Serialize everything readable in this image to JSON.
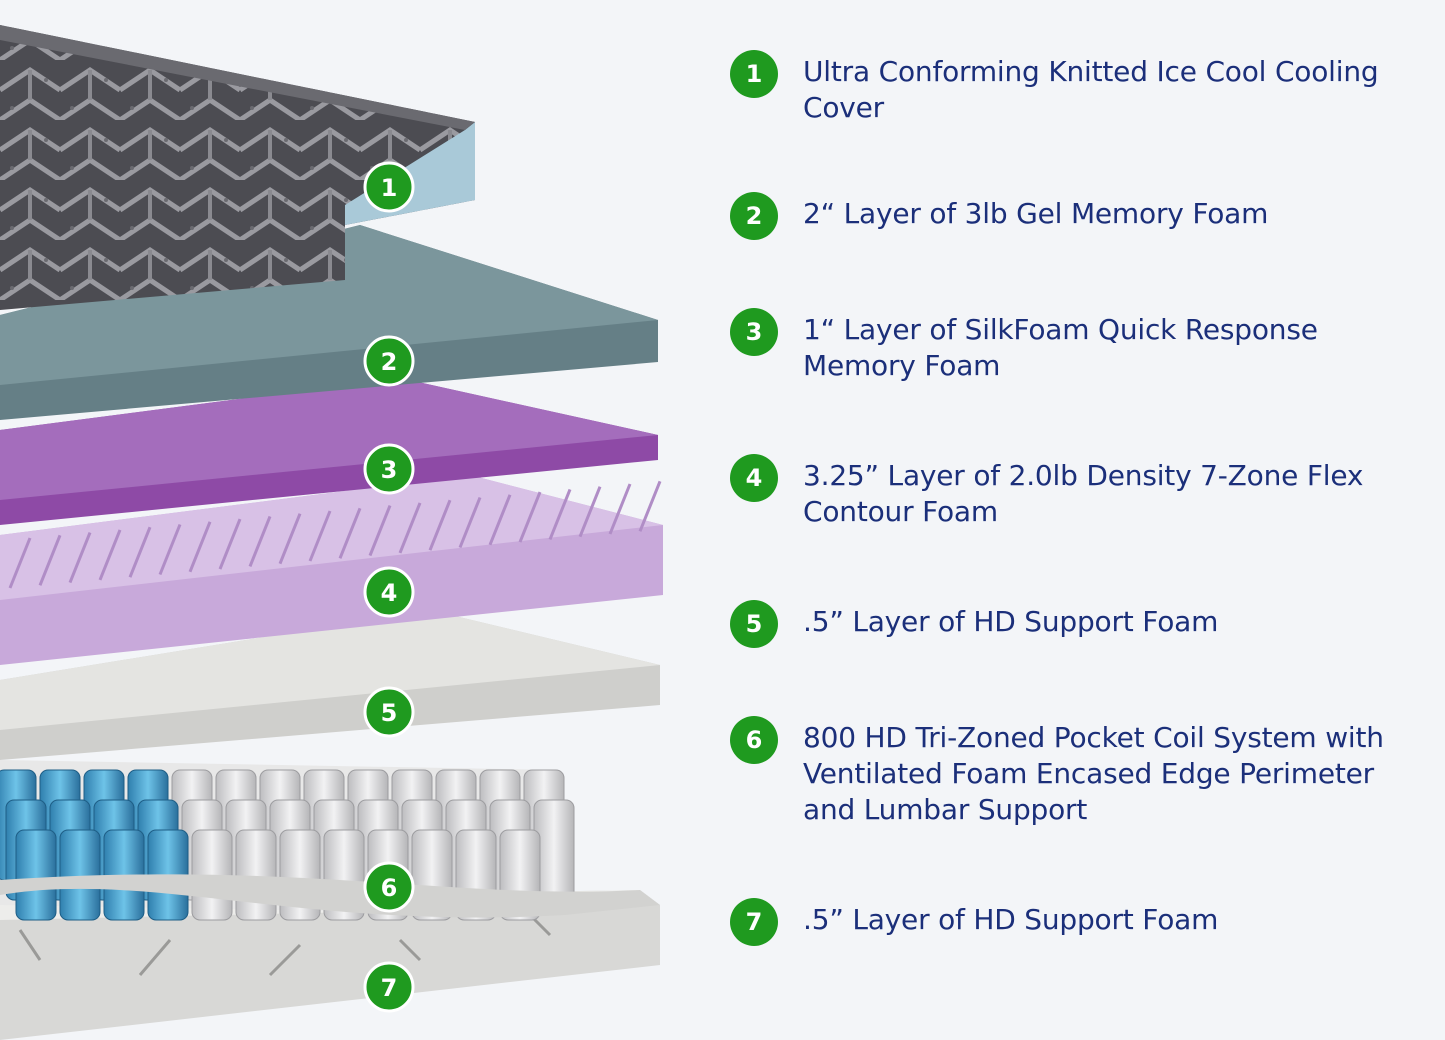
{
  "layers": [
    {
      "number": "1",
      "label": "Ultra Conforming Knitted Ice Cool Cooling Cover",
      "color": "#5a5a5f",
      "icon": "knit-cover-layer"
    },
    {
      "number": "2",
      "label": "2“ Layer of 3lb Gel Memory Foam",
      "color": "#6c848a",
      "icon": "gel-foam-layer"
    },
    {
      "number": "3",
      "label": "1“ Layer of SilkFoam Quick Response Memory Foam",
      "color": "#9452ab",
      "icon": "silkfoam-layer"
    },
    {
      "number": "4",
      "label": "3.25” Layer of 2.0lb Density 7-Zone Flex Contour Foam",
      "color": "#c6a7d8",
      "icon": "contour-foam-layer"
    },
    {
      "number": "5",
      "label": ".5” Layer of HD Support Foam",
      "color": "#cfcfcc",
      "icon": "support-foam-layer"
    },
    {
      "number": "6",
      "label": "800 HD Tri-Zoned Pocket Coil System with Ventilated Foam Encased Edge Perimeter and Lumbar Support",
      "color": "#c9c9cb",
      "icon": "pocket-coil-layer"
    },
    {
      "number": "7",
      "label": ".5” Layer of HD Support Foam",
      "color": "#dcdcda",
      "icon": "base-foam-layer"
    }
  ],
  "colors": {
    "badge": "#1f9a1f",
    "text": "#1b2f7a",
    "background": "#f3f5f8",
    "coil_accent": "#4a9fc8"
  }
}
